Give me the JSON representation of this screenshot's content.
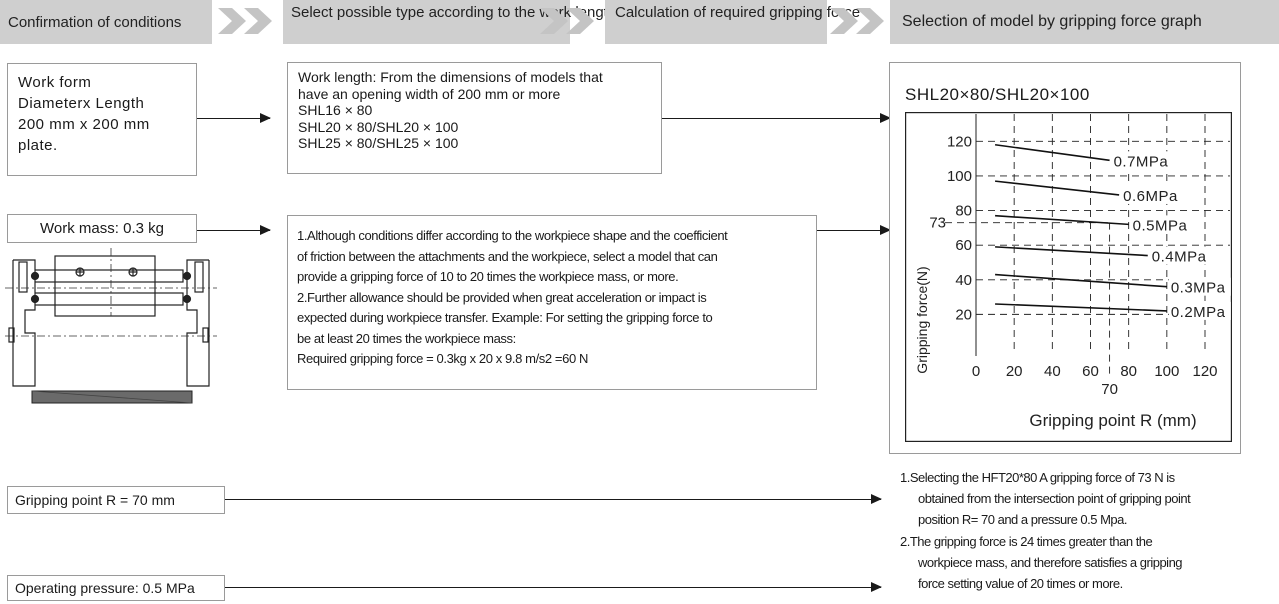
{
  "header": {
    "step1": "Confirmation of conditions",
    "step2": "Select possible type according\nto the work length",
    "step3": "Calculation of required\ngripping force",
    "step4": "Selection of model by gripping force graph"
  },
  "work_form": {
    "text": "Work form\nDiameterx Length\n200 mm x 200 mm\nplate."
  },
  "work_length": {
    "text": "Work length: From the dimensions of models that\nhave an opening width of 200 mm or more\nSHL16 × 80\nSHL20 × 80/SHL20 × 100\nSHL25 × 80/SHL25 × 100"
  },
  "work_mass": {
    "label": "Work mass: 0.3 kg"
  },
  "force_calc": {
    "item1": "1.Although conditions differ according to the workpiece shape and the coefficient\n   of friction between the attachments and the workpiece, select a model that can\n   provide a gripping force of 10 to 20 times the workpiece mass, or more.",
    "item2": "2.Further allowance should be provided when great acceleration or impact is\n   expected during workpiece transfer. Example: For setting the gripping force to\n   be at least 20 times the workpiece mass:\n   Required gripping force = 0.3kg x 20 x 9.8 m/s2 =60 N"
  },
  "gripping_point": {
    "label": "Gripping point R = 70 mm"
  },
  "operating_pressure": {
    "label": "Operating pressure: 0.5 MPa"
  },
  "graph": {
    "model_title": "SHL20×80/SHL20×100",
    "marker_x_label": "70",
    "marker_y_label": "73"
  },
  "chart_data": {
    "type": "line",
    "title": "SHL20×80/SHL20×100",
    "xlabel": "Gripping point R (mm)",
    "ylabel": "Gripping force(N)",
    "xlim": [
      0,
      120
    ],
    "ylim": [
      0,
      130
    ],
    "x_ticks": [
      0,
      20,
      40,
      60,
      80,
      100,
      120
    ],
    "y_ticks": [
      20,
      40,
      60,
      80,
      100,
      120
    ],
    "grid": true,
    "series": [
      {
        "name": "0.7MPa",
        "x": [
          10,
          70
        ],
        "y": [
          118,
          109
        ]
      },
      {
        "name": "0.6MPa",
        "x": [
          10,
          75
        ],
        "y": [
          97,
          89
        ]
      },
      {
        "name": "0.5MPa",
        "x": [
          10,
          80
        ],
        "y": [
          77,
          72
        ]
      },
      {
        "name": "0.4MPa",
        "x": [
          10,
          90
        ],
        "y": [
          59,
          54
        ]
      },
      {
        "name": "0.3MPa",
        "x": [
          10,
          100
        ],
        "y": [
          43,
          36
        ]
      },
      {
        "name": "0.2MPa",
        "x": [
          10,
          100
        ],
        "y": [
          26,
          22
        ]
      }
    ],
    "markers": {
      "x": 70,
      "y": 73
    }
  },
  "selection_notes": {
    "item1_line1": "1.Selecting the HFT20*80 A gripping force of 73 N is",
    "item1_rest": "obtained from the intersection point of gripping point\nposition R= 70 and a pressure 0.5 Mpa.",
    "item2_line1": "2.The gripping force is 24 times greater than the",
    "item2_rest": "workpiece mass, and therefore satisfies a gripping\nforce setting value of 20 times or more."
  },
  "colors": {
    "header_bg": "#cfcfcf",
    "chevron": "#c4c4c4",
    "box_border": "#9a9a9a"
  }
}
